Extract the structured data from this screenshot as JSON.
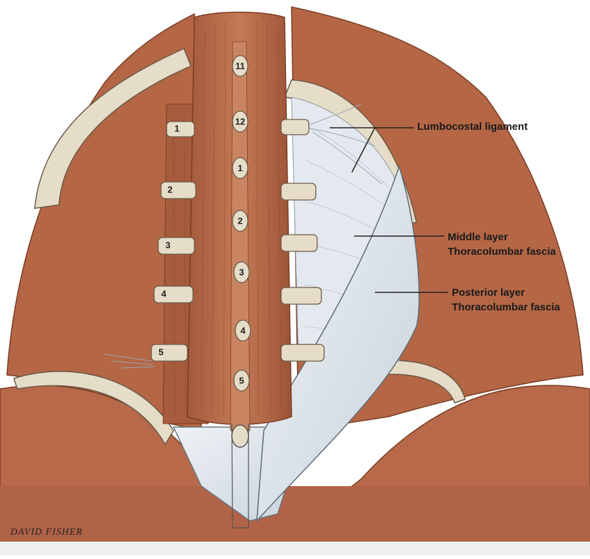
{
  "labels": {
    "lumbocostal": "Lumbocostal ligament",
    "middle_layer_line1": "Middle layer",
    "middle_layer_line2": "Thoracolumbar fascia",
    "posterior_layer_line1": "Posterior layer",
    "posterior_layer_line2": "Thoracolumbar fascia"
  },
  "vertebrae": [
    "11",
    "12",
    "1",
    "2",
    "3",
    "4",
    "5"
  ],
  "transverse_processes": [
    "1",
    "2",
    "3",
    "4",
    "5"
  ],
  "signature": "DAVID FISHER",
  "colors": {
    "muscle": "#b86a48",
    "muscle_dark": "#8a4a30",
    "bone": "#e6ddc8",
    "fascia": "#d9e1e8",
    "background": "#ffffff"
  }
}
